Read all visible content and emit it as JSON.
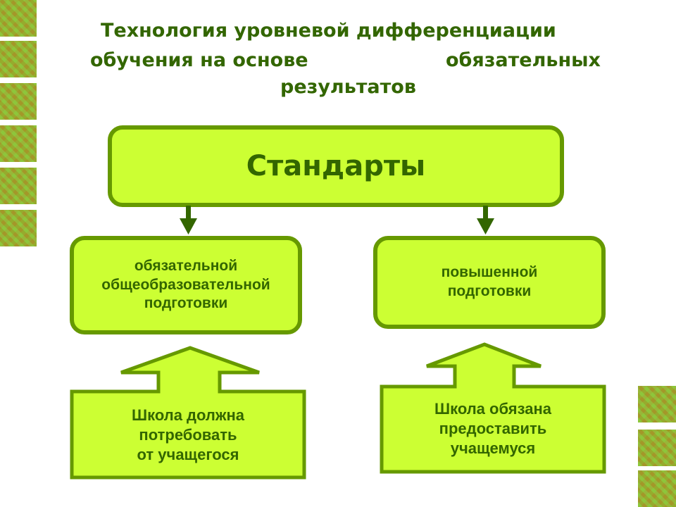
{
  "title": {
    "line1": "Технология уровневой дифференциации",
    "line2a": "обучения на основе",
    "line2b": "обязательных",
    "line3": "результатов"
  },
  "top_box": {
    "label": "Стандарты"
  },
  "level_boxes": [
    {
      "lines": [
        "обязательной",
        "общеобразовательной",
        "подготовки"
      ]
    },
    {
      "lines": [
        "повышенной",
        "подготовки"
      ]
    }
  ],
  "callouts": [
    {
      "lines": [
        "Школа должна",
        "потребовать",
        "от учащегося"
      ]
    },
    {
      "lines": [
        "Школа обязана",
        "предоставить",
        "учащемуся"
      ]
    }
  ],
  "colors": {
    "fill": "#ccff33",
    "border": "#669900",
    "text": "#336600"
  }
}
